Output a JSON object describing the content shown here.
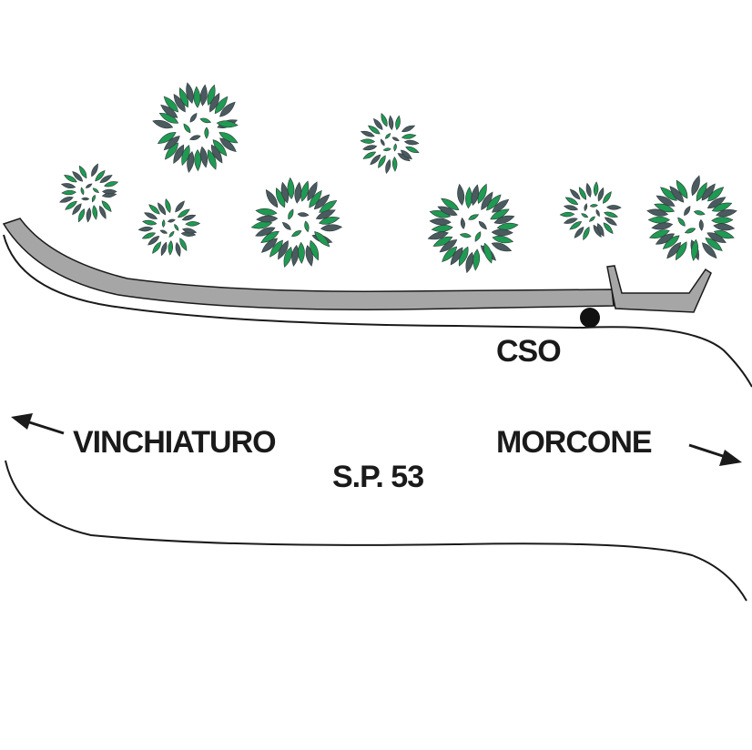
{
  "labels": {
    "cso": "CSO",
    "left_destination": "VINCHIATURO",
    "right_destination": "MORCONE",
    "road_name": "S.P. 53"
  },
  "colors": {
    "ink": "#1a1a1a",
    "foliage_green": "#1f9a52",
    "foliage_dark": "#4a5a5e",
    "channel_fill": "#a6a6a6",
    "background": "#ffffff"
  },
  "icons": {
    "tree": "tree-canopy-icon",
    "outfall": "cso-point-icon",
    "arrow_left": "arrow-left-icon",
    "arrow_right": "arrow-right-icon"
  }
}
